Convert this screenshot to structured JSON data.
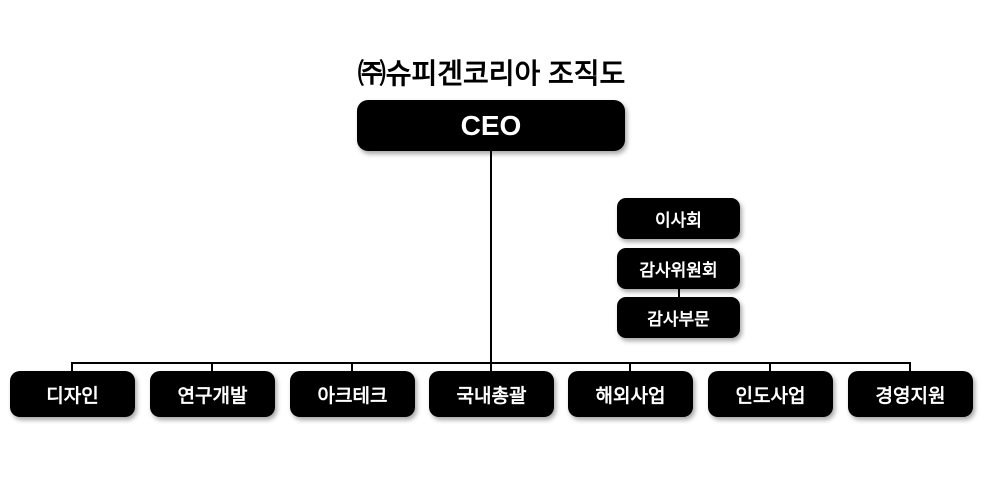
{
  "title": "㈜슈피겐코리아 조직도",
  "nodes": {
    "ceo": "CEO",
    "board": "이사회",
    "audit_committee": "감사위원회",
    "audit_division": "감사부문"
  },
  "departments": [
    "디자인",
    "연구개발",
    "아크테크",
    "국내총괄",
    "해외사업",
    "인도사업",
    "경영지원"
  ],
  "colors": {
    "node_bg": "#000000",
    "node_text": "#ffffff",
    "connector": "#000000",
    "background": "#ffffff"
  }
}
